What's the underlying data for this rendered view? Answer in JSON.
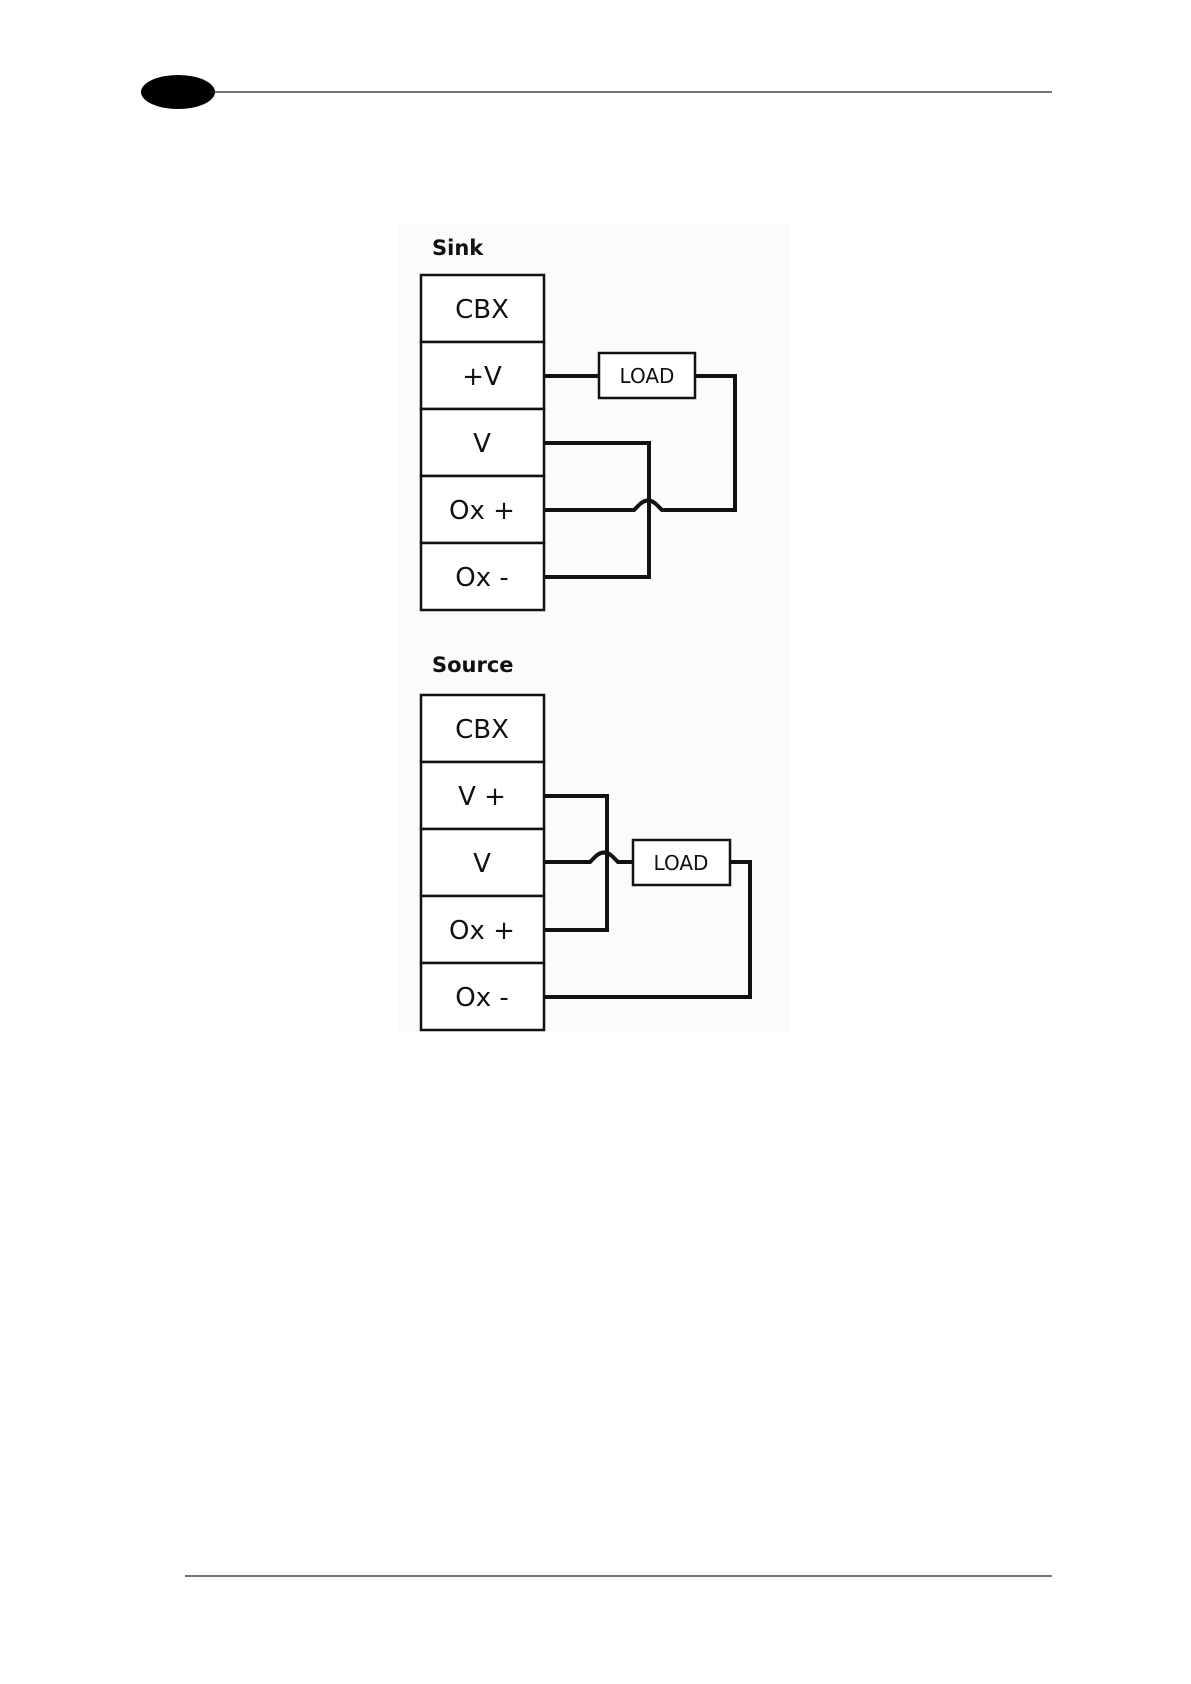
{
  "header": {
    "rule": true
  },
  "sink": {
    "title": "Sink",
    "terminals": [
      "CBX",
      "+V",
      "V",
      "Ox +",
      "Ox -"
    ],
    "load_label": "LOAD"
  },
  "source": {
    "title": "Source",
    "terminals": [
      "CBX",
      "V +",
      "V",
      "Ox +",
      "Ox -"
    ],
    "load_label": "LOAD"
  },
  "colors": {
    "line": "#111111",
    "background": "#ffffff"
  }
}
